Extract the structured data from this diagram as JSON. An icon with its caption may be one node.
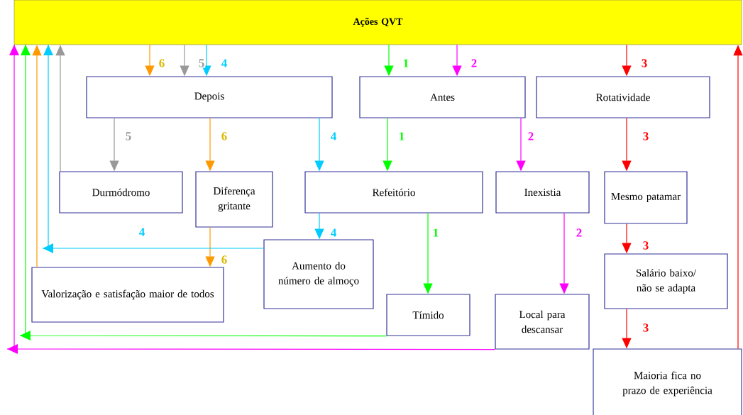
{
  "diagram": {
    "nodes": [
      {
        "text": [
          "Ações QVT"
        ]
      },
      {
        "text": [
          "Depois"
        ]
      },
      {
        "text": [
          "Antes"
        ]
      },
      {
        "text": [
          "Rotatividade"
        ]
      },
      {
        "text": [
          "Durmódromo"
        ]
      },
      {
        "text": [
          "Diferença gritante"
        ]
      },
      {
        "text": [
          "Refeitório"
        ]
      },
      {
        "text": [
          "Inexistia"
        ]
      },
      {
        "text": [
          "Mesmo patamar"
        ]
      },
      {
        "text": [
          "Aumento do número de almoço"
        ]
      },
      {
        "text": [
          "Valorização e satisfação maior de todos"
        ]
      },
      {
        "text": [
          "Tímido"
        ]
      },
      {
        "text": [
          "Local para descansar"
        ]
      },
      {
        "text": [
          "Salário baixo/ não se adapta"
        ]
      },
      {
        "text": [
          "Maioria fica no prazo de experiência"
        ]
      }
    ],
    "edges": [
      {
        "from": 0,
        "to": 1,
        "arrow": "to",
        "label": "6",
        "color": "#ff9900"
      },
      {
        "from": 0,
        "to": 1,
        "arrow": "to",
        "label": "5",
        "color": "#999999"
      },
      {
        "from": 0,
        "to": 1,
        "arrow": "to",
        "label": "4",
        "color": "#00ccff"
      },
      {
        "from": 0,
        "to": 2,
        "arrow": "to",
        "label": "1",
        "color": "#00ff00"
      },
      {
        "from": 0,
        "to": 2,
        "arrow": "to",
        "label": "2",
        "color": "#ff00ff"
      },
      {
        "from": 0,
        "to": 3,
        "arrow": "to",
        "label": "3",
        "color": "#ff0000"
      },
      {
        "from": 1,
        "to": 4,
        "arrow": "to",
        "label": "5",
        "color": "#999999"
      },
      {
        "from": 1,
        "to": 5,
        "arrow": "to",
        "label": "6",
        "color": "#ff9900"
      },
      {
        "from": 1,
        "to": 6,
        "arrow": "to",
        "label": "4",
        "color": "#00ccff"
      },
      {
        "from": 2,
        "to": 6,
        "arrow": "to",
        "label": "1",
        "color": "#00ff00"
      },
      {
        "from": 2,
        "to": 7,
        "arrow": "to",
        "label": "2",
        "color": "#ff00ff"
      },
      {
        "from": 3,
        "to": 8,
        "arrow": "to",
        "label": "3",
        "color": "#ff0000"
      },
      {
        "from": 6,
        "to": 9,
        "arrow": "to",
        "label": "4",
        "color": "#00ccff"
      },
      {
        "from": 6,
        "to": 11,
        "arrow": "to",
        "label": "1",
        "color": "#00ff00"
      },
      {
        "from": 7,
        "to": 12,
        "arrow": "to",
        "label": "2",
        "color": "#ff00ff"
      },
      {
        "from": 8,
        "to": 13,
        "arrow": "to",
        "label": "3",
        "color": "#ff0000"
      },
      {
        "from": 13,
        "to": 14,
        "arrow": "to",
        "label": "3",
        "color": "#ff0000"
      },
      {
        "from": 5,
        "to": 10,
        "arrow": "to",
        "label": "6",
        "color": "#ff9900"
      },
      {
        "from": 4,
        "to": 0,
        "arrow": "to",
        "color": "#999999"
      },
      {
        "from": 9,
        "to": 0,
        "arrow": "to",
        "label": "4",
        "color": "#00ccff"
      },
      {
        "from": 10,
        "to": 0,
        "arrow": "to",
        "color": "#ff9900"
      },
      {
        "from": 11,
        "to": 0,
        "arrow": "to",
        "color": "#00ff00"
      },
      {
        "from": 12,
        "to": 0,
        "arrow": "to",
        "color": "#ff00ff"
      },
      {
        "from": 14,
        "to": 0,
        "arrow": "to",
        "color": "#ff0000"
      }
    ]
  }
}
